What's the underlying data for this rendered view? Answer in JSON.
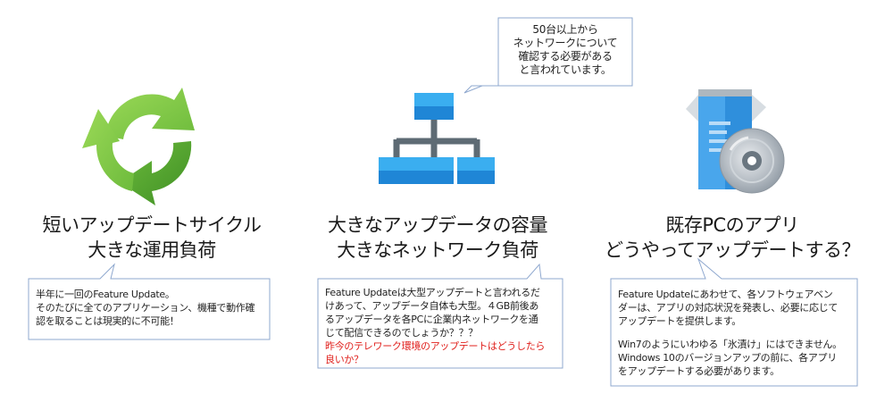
{
  "sections": [
    {
      "icon": "recycle-arrows-icon",
      "title_line1": "短いアップデートサイクル",
      "title_line2": "大きな運用負荷",
      "callout_lines": [
        "半年に一回のFeature Update。",
        "そのたびに全てのアプリケーション、機種で動作確",
        "認を取ることは現実的に不可能！"
      ]
    },
    {
      "icon": "network-hierarchy-icon",
      "title_line1": "大きなアップデータの容量",
      "title_line2": "大きなネットワーク負荷",
      "callout_lines": [
        "Feature Updateは大型アップデートと言われるだ",
        "けあって、アップデータ自体も大型。４GB前後あ",
        "るアップデータを各PCに企業内ネットワークを通",
        "じて配信できるのでしょうか？？？"
      ],
      "callout_red_lines": [
        "昨今のテレワーク環境のアップデートはどうしたら",
        "良いか？"
      ],
      "top_callout_lines": [
        "50台以上から",
        "ネットワークについて",
        "確認する必要がある",
        "と言われています。"
      ]
    },
    {
      "icon": "software-box-cd-icon",
      "title_line1": "既存PCのアプリ",
      "title_line2": "どうやってアップデートする？",
      "callout_lines": [
        "Feature Updateにあわせて、各ソフトウェアベン",
        "ダーは、アプリの対応状況を発表し、必要に応じて",
        "アップデートを提供します。"
      ],
      "callout_lines_2": [
        "Win7のようにいわゆる「氷漬け」にはできません。",
        "Windows 10のバージョンアップの前に、各アプリ",
        "をアップデートする必要があります。"
      ]
    }
  ],
  "colors": {
    "green_light": "#8ad04a",
    "green_dark": "#52a62f",
    "blue_light": "#35b1ef",
    "blue_dark": "#1c79c8",
    "connector": "#5e6b74",
    "callout_border": "#8fa8cf",
    "red_text": "#e0201c"
  }
}
